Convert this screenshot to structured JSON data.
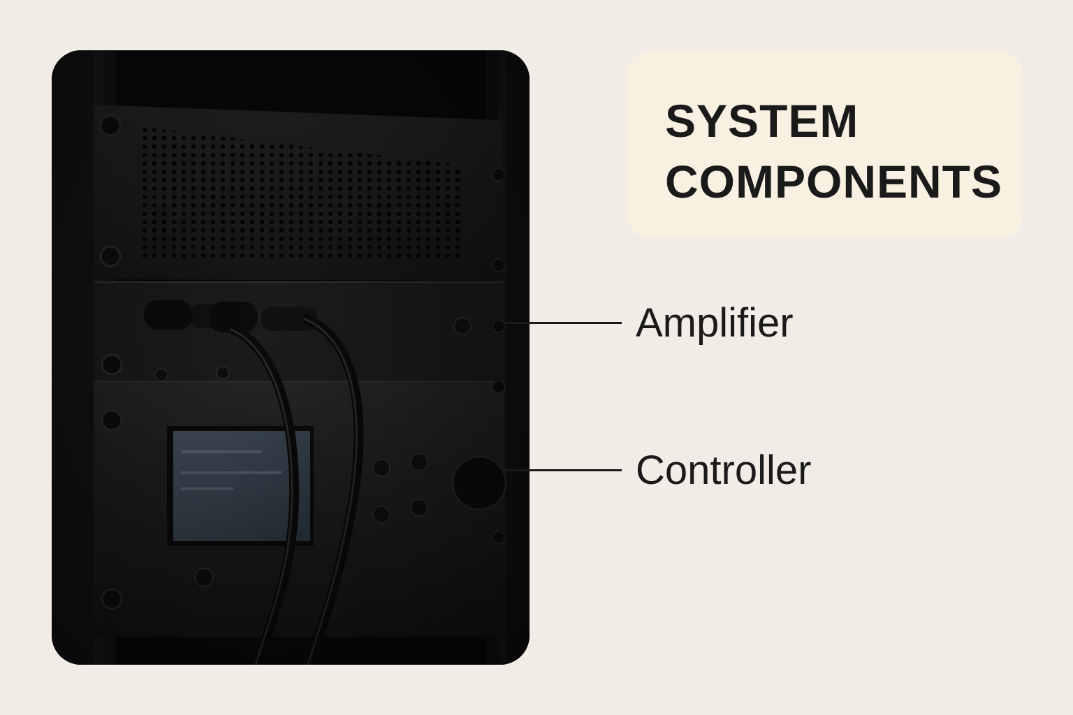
{
  "title": {
    "line1": "SYSTEM",
    "line2": "COMPONENTS"
  },
  "callouts": [
    {
      "label": "Amplifier"
    },
    {
      "label": "Controller"
    }
  ],
  "photo": {
    "subject": "rack-mounted audio equipment with amplifier and controller units",
    "accent_colors": {
      "rack": "#0f0f0f",
      "panel": "#1e1e1e",
      "screen": "#3a4653"
    }
  }
}
